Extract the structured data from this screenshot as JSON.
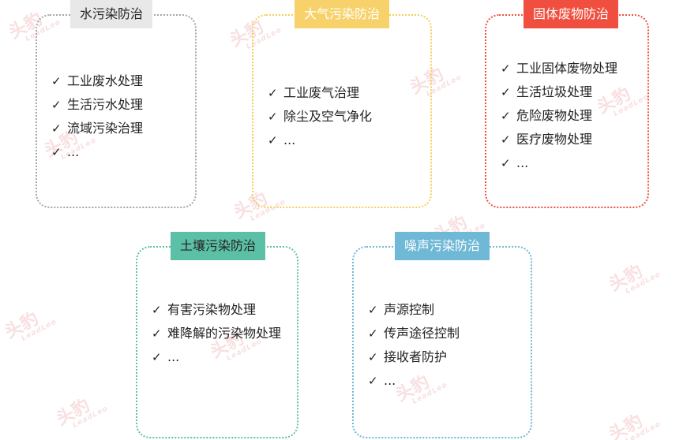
{
  "watermark": {
    "text": "头豹",
    "subtext": "LeadLeo",
    "color": "#f4c6c8"
  },
  "cards": [
    {
      "id": "water",
      "title": "水污染防治",
      "title_bg": "#e8e8e8",
      "title_color": "#222222",
      "border_color": "#a6a6a6",
      "items": [
        "工业废水处理",
        "生活污水处理",
        "流域污染治理",
        "..."
      ]
    },
    {
      "id": "air",
      "title": "大气污染防治",
      "title_bg": "#f7d26b",
      "title_color": "#ffffff",
      "border_color": "#f5cf5a",
      "items": [
        "工业废气治理",
        "除尘及空气净化",
        "..."
      ]
    },
    {
      "id": "solid",
      "title": "固体废物防治",
      "title_bg": "#f04e3e",
      "title_color": "#ffffff",
      "border_color": "#ef4f3f",
      "items": [
        "工业固体废物处理",
        "生活垃圾处理",
        "危险废物处理",
        "医疗废物处理",
        "..."
      ]
    },
    {
      "id": "soil",
      "title": "土壤污染防治",
      "title_bg": "#5cc0a6",
      "title_color": "#222222",
      "border_color": "#5cc0a6",
      "items": [
        "有害污染物处理",
        "难降解的污染物处理",
        "..."
      ]
    },
    {
      "id": "noise",
      "title": "噪声污染防治",
      "title_bg": "#6fb8d6",
      "title_color": "#ffffff",
      "border_color": "#6fb8d6",
      "items": [
        "声源控制",
        "传声途径控制",
        "接收者防护",
        "..."
      ]
    }
  ],
  "icons": {
    "check": "✓"
  }
}
